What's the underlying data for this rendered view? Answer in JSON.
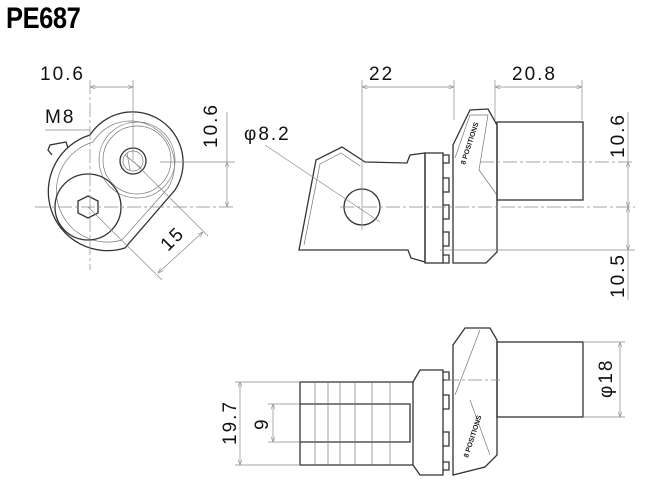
{
  "title": "PE687",
  "dimensions": {
    "front_width": "10.6",
    "thread": "M8",
    "front_height": "10.6",
    "diagonal": "15",
    "hole_diameter": "φ8.2",
    "side_length_a": "22",
    "side_length_b": "20.8",
    "side_height_top": "10.6",
    "side_height_bottom": "10.5",
    "fork_width": "19.7",
    "slot_width": "9",
    "shaft_diameter": "φ18"
  },
  "engraving": "8 POSITIONS",
  "colors": {
    "line": "#333333",
    "dimension": "#888888"
  }
}
